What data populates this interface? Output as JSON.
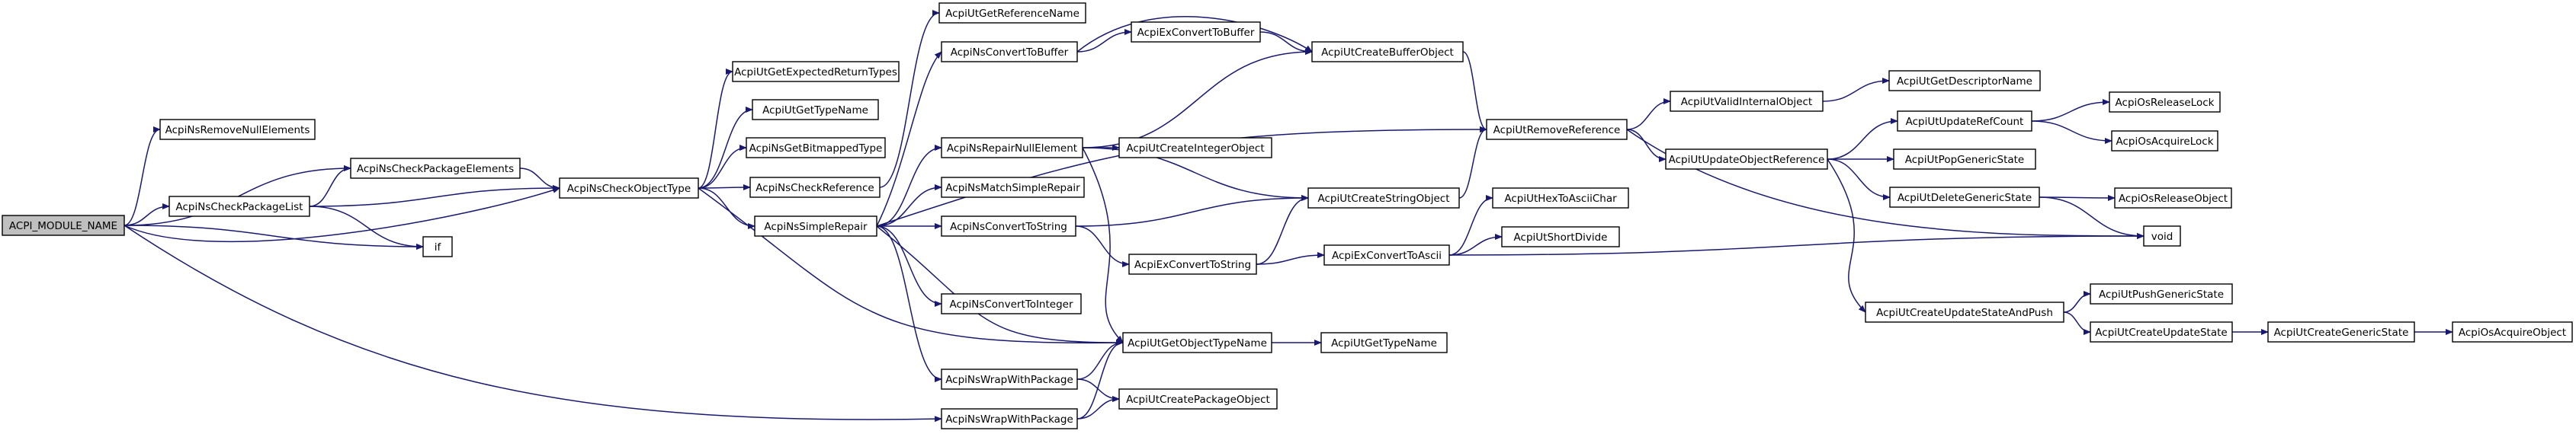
{
  "diagram": {
    "edge_color": "#191970",
    "root_fill": "#bfbfbf",
    "node_fill": "#ffffff",
    "nodes": [
      {
        "id": "n_acpi_module_name",
        "label": "ACPI_MODULE_NAME",
        "root": true
      },
      {
        "id": "n_remove_null",
        "label": "AcpiNsRemoveNullElements"
      },
      {
        "id": "n_check_pkg_elems",
        "label": "AcpiNsCheckPackageElements"
      },
      {
        "id": "n_check_pkg_list",
        "label": "AcpiNsCheckPackageList"
      },
      {
        "id": "n_if",
        "label": "if"
      },
      {
        "id": "n_check_obj_type",
        "label": "AcpiNsCheckObjectType"
      },
      {
        "id": "n_get_expected",
        "label": "AcpiUtGetExpectedReturnTypes"
      },
      {
        "id": "n_get_type_name1",
        "label": "AcpiUtGetTypeName"
      },
      {
        "id": "n_get_bitmapped",
        "label": "AcpiNsGetBitmappedType"
      },
      {
        "id": "n_check_reference",
        "label": "AcpiNsCheckReference"
      },
      {
        "id": "n_simple_repair",
        "label": "AcpiNsSimpleRepair"
      },
      {
        "id": "n_get_ref_name",
        "label": "AcpiUtGetReferenceName"
      },
      {
        "id": "n_convert_to_buffer",
        "label": "AcpiNsConvertToBuffer"
      },
      {
        "id": "n_repair_null",
        "label": "AcpiNsRepairNullElement"
      },
      {
        "id": "n_match_simple",
        "label": "AcpiNsMatchSimpleRepair"
      },
      {
        "id": "n_convert_to_string",
        "label": "AcpiNsConvertToString"
      },
      {
        "id": "n_convert_to_integer",
        "label": "AcpiNsConvertToInteger"
      },
      {
        "id": "n_wrap_pkg1",
        "label": "AcpiNsWrapWithPackage"
      },
      {
        "id": "n_wrap_pkg2",
        "label": "AcpiNsWrapWithPackage"
      },
      {
        "id": "n_ex_convert_buffer",
        "label": "AcpiExConvertToBuffer"
      },
      {
        "id": "n_create_integer",
        "label": "AcpiUtCreateIntegerObject"
      },
      {
        "id": "n_ex_convert_string",
        "label": "AcpiExConvertToString"
      },
      {
        "id": "n_get_obj_type_name",
        "label": "AcpiUtGetObjectTypeName"
      },
      {
        "id": "n_create_package",
        "label": "AcpiUtCreatePackageObject"
      },
      {
        "id": "n_create_buffer",
        "label": "AcpiUtCreateBufferObject"
      },
      {
        "id": "n_create_string",
        "label": "AcpiUtCreateStringObject"
      },
      {
        "id": "n_ex_convert_ascii",
        "label": "AcpiExConvertToAscii"
      },
      {
        "id": "n_get_type_name2",
        "label": "AcpiUtGetTypeName"
      },
      {
        "id": "n_remove_reference",
        "label": "AcpiUtRemoveReference"
      },
      {
        "id": "n_hex_to_ascii",
        "label": "AcpiUtHexToAsciiChar"
      },
      {
        "id": "n_short_divide",
        "label": "AcpiUtShortDivide"
      },
      {
        "id": "n_valid_internal",
        "label": "AcpiUtValidInternalObject"
      },
      {
        "id": "n_update_obj_ref",
        "label": "AcpiUtUpdateObjectReference"
      },
      {
        "id": "n_get_descriptor",
        "label": "AcpiUtGetDescriptorName"
      },
      {
        "id": "n_update_ref_count",
        "label": "AcpiUtUpdateRefCount"
      },
      {
        "id": "n_pop_generic",
        "label": "AcpiUtPopGenericState"
      },
      {
        "id": "n_delete_generic",
        "label": "AcpiUtDeleteGenericState"
      },
      {
        "id": "n_create_update_push",
        "label": "AcpiUtCreateUpdateStateAndPush"
      },
      {
        "id": "n_release_lock",
        "label": "AcpiOsReleaseLock"
      },
      {
        "id": "n_acquire_lock",
        "label": "AcpiOsAcquireLock"
      },
      {
        "id": "n_release_object",
        "label": "AcpiOsReleaseObject"
      },
      {
        "id": "n_void",
        "label": "void"
      },
      {
        "id": "n_push_generic",
        "label": "AcpiUtPushGenericState"
      },
      {
        "id": "n_create_update_state",
        "label": "AcpiUtCreateUpdateState"
      },
      {
        "id": "n_create_generic",
        "label": "AcpiUtCreateGenericState"
      },
      {
        "id": "n_acquire_object",
        "label": "AcpiOsAcquireObject"
      }
    ],
    "edges": [
      [
        "n_acpi_module_name",
        "n_remove_null"
      ],
      [
        "n_acpi_module_name",
        "n_check_pkg_elems"
      ],
      [
        "n_acpi_module_name",
        "n_check_pkg_list"
      ],
      [
        "n_acpi_module_name",
        "n_if"
      ],
      [
        "n_acpi_module_name",
        "n_check_obj_type"
      ],
      [
        "n_acpi_module_name",
        "n_wrap_pkg2"
      ],
      [
        "n_check_pkg_list",
        "n_check_pkg_elems"
      ],
      [
        "n_check_pkg_list",
        "n_check_obj_type"
      ],
      [
        "n_check_pkg_list",
        "n_if"
      ],
      [
        "n_check_pkg_elems",
        "n_check_obj_type"
      ],
      [
        "n_check_obj_type",
        "n_get_expected"
      ],
      [
        "n_check_obj_type",
        "n_get_type_name1"
      ],
      [
        "n_check_obj_type",
        "n_get_bitmapped"
      ],
      [
        "n_check_obj_type",
        "n_check_reference"
      ],
      [
        "n_check_obj_type",
        "n_simple_repair"
      ],
      [
        "n_check_obj_type",
        "n_get_obj_type_name"
      ],
      [
        "n_check_reference",
        "n_get_ref_name"
      ],
      [
        "n_simple_repair",
        "n_convert_to_buffer"
      ],
      [
        "n_simple_repair",
        "n_repair_null"
      ],
      [
        "n_simple_repair",
        "n_match_simple"
      ],
      [
        "n_simple_repair",
        "n_convert_to_string"
      ],
      [
        "n_simple_repair",
        "n_convert_to_integer"
      ],
      [
        "n_simple_repair",
        "n_wrap_pkg1"
      ],
      [
        "n_simple_repair",
        "n_get_obj_type_name"
      ],
      [
        "n_simple_repair",
        "n_remove_reference"
      ],
      [
        "n_convert_to_buffer",
        "n_ex_convert_buffer"
      ],
      [
        "n_convert_to_buffer",
        "n_create_buffer"
      ],
      [
        "n_ex_convert_buffer",
        "n_create_buffer"
      ],
      [
        "n_repair_null",
        "n_create_integer"
      ],
      [
        "n_repair_null",
        "n_create_buffer"
      ],
      [
        "n_repair_null",
        "n_create_string"
      ],
      [
        "n_repair_null",
        "n_get_obj_type_name"
      ],
      [
        "n_convert_to_string",
        "n_create_string"
      ],
      [
        "n_convert_to_string",
        "n_ex_convert_string"
      ],
      [
        "n_ex_convert_string",
        "n_create_string"
      ],
      [
        "n_ex_convert_string",
        "n_ex_convert_ascii"
      ],
      [
        "n_wrap_pkg1",
        "n_get_obj_type_name"
      ],
      [
        "n_wrap_pkg1",
        "n_create_package"
      ],
      [
        "n_wrap_pkg2",
        "n_get_obj_type_name"
      ],
      [
        "n_wrap_pkg2",
        "n_create_package"
      ],
      [
        "n_get_obj_type_name",
        "n_get_type_name2"
      ],
      [
        "n_create_buffer",
        "n_remove_reference"
      ],
      [
        "n_create_string",
        "n_remove_reference"
      ],
      [
        "n_ex_convert_ascii",
        "n_hex_to_ascii"
      ],
      [
        "n_ex_convert_ascii",
        "n_short_divide"
      ],
      [
        "n_ex_convert_ascii",
        "n_void"
      ],
      [
        "n_remove_reference",
        "n_valid_internal"
      ],
      [
        "n_remove_reference",
        "n_update_obj_ref"
      ],
      [
        "n_remove_reference",
        "n_void"
      ],
      [
        "n_valid_internal",
        "n_get_descriptor"
      ],
      [
        "n_update_obj_ref",
        "n_update_ref_count"
      ],
      [
        "n_update_obj_ref",
        "n_pop_generic"
      ],
      [
        "n_update_obj_ref",
        "n_delete_generic"
      ],
      [
        "n_update_obj_ref",
        "n_create_update_push"
      ],
      [
        "n_update_ref_count",
        "n_release_lock"
      ],
      [
        "n_update_ref_count",
        "n_acquire_lock"
      ],
      [
        "n_delete_generic",
        "n_release_object"
      ],
      [
        "n_delete_generic",
        "n_void"
      ],
      [
        "n_create_update_push",
        "n_push_generic"
      ],
      [
        "n_create_update_push",
        "n_create_update_state"
      ],
      [
        "n_create_update_state",
        "n_create_generic"
      ],
      [
        "n_create_generic",
        "n_acquire_object"
      ]
    ]
  }
}
